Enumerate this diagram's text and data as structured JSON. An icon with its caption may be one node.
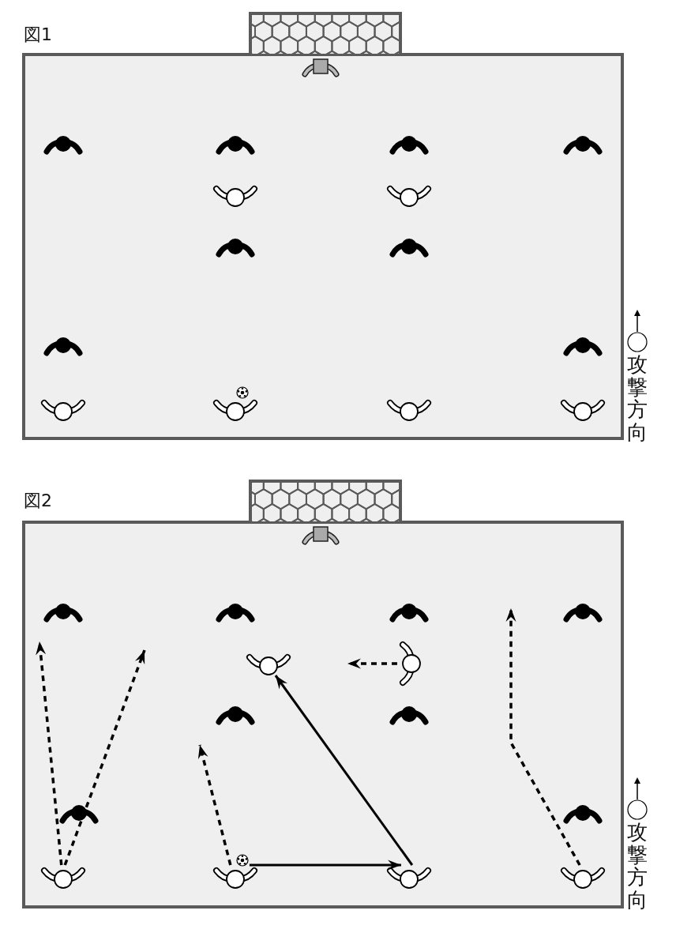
{
  "diagram": {
    "nodes": [
      {
        "text": [
          "図1"
        ]
      },
      {
        "text": [],
        "shape": "person",
        "in": 0
      },
      {
        "text": [],
        "shape": "person",
        "in": 0
      },
      {
        "text": [],
        "shape": "person",
        "in": 0
      },
      {
        "text": [],
        "shape": "person",
        "in": 0
      },
      {
        "text": [],
        "shape": "person",
        "in": 0
      },
      {
        "text": [],
        "shape": "person",
        "in": 0
      },
      {
        "text": [],
        "shape": "person",
        "in": 0
      },
      {
        "text": [],
        "shape": "person",
        "in": 0
      },
      {
        "text": [],
        "shape": "person",
        "in": 0
      },
      {
        "text": [],
        "shape": "person",
        "in": 0
      },
      {
        "text": [],
        "shape": "person",
        "in": 0
      },
      {
        "text": [],
        "shape": "person",
        "in": 0
      },
      {
        "text": [],
        "shape": "person",
        "in": 0
      },
      {
        "text": [],
        "shape": "person",
        "in": 0
      },
      {
        "text": [],
        "shape": "person",
        "in": 0
      },
      {
        "text": [
          "図2"
        ]
      },
      {
        "text": [],
        "shape": "person",
        "in": 16
      },
      {
        "text": [],
        "shape": "person",
        "in": 16
      },
      {
        "text": [],
        "shape": "person",
        "in": 16
      },
      {
        "text": [],
        "shape": "person",
        "in": 16
      },
      {
        "text": [],
        "shape": "person",
        "in": 16
      },
      {
        "text": [],
        "shape": "person",
        "in": 16
      },
      {
        "text": [],
        "shape": "person",
        "in": 16
      },
      {
        "text": [],
        "shape": "person",
        "in": 16
      },
      {
        "text": [],
        "shape": "person",
        "in": 16
      },
      {
        "text": [],
        "shape": "person",
        "in": 16
      },
      {
        "text": [],
        "shape": "person",
        "in": 16
      },
      {
        "text": [],
        "shape": "person",
        "in": 16
      },
      {
        "text": [],
        "shape": "person",
        "in": 16
      },
      {
        "text": [],
        "shape": "person",
        "in": 16
      },
      {
        "text": [],
        "shape": "person",
        "in": 16
      },
      {
        "text": [],
        "shape": "circle"
      },
      {
        "text": [],
        "shape": "circle"
      }
    ],
    "edges": [
      {
        "from": 28,
        "to": null,
        "arrow": "to",
        "style": "dashed"
      },
      {
        "from": 28,
        "to": null,
        "arrow": "to",
        "style": "dashed"
      },
      {
        "from": 29,
        "to": null,
        "arrow": "to",
        "style": "dashed"
      },
      {
        "from": 29,
        "to": 30,
        "arrow": "to"
      },
      {
        "from": 30,
        "to": 22,
        "arrow": "to"
      },
      {
        "from": 23,
        "to": null,
        "arrow": "to",
        "style": "dashed"
      },
      {
        "from": 31,
        "to": null,
        "arrow": "to",
        "style": "dashed"
      }
    ],
    "labels": [
      "攻撃方向",
      "攻撃方向"
    ]
  }
}
